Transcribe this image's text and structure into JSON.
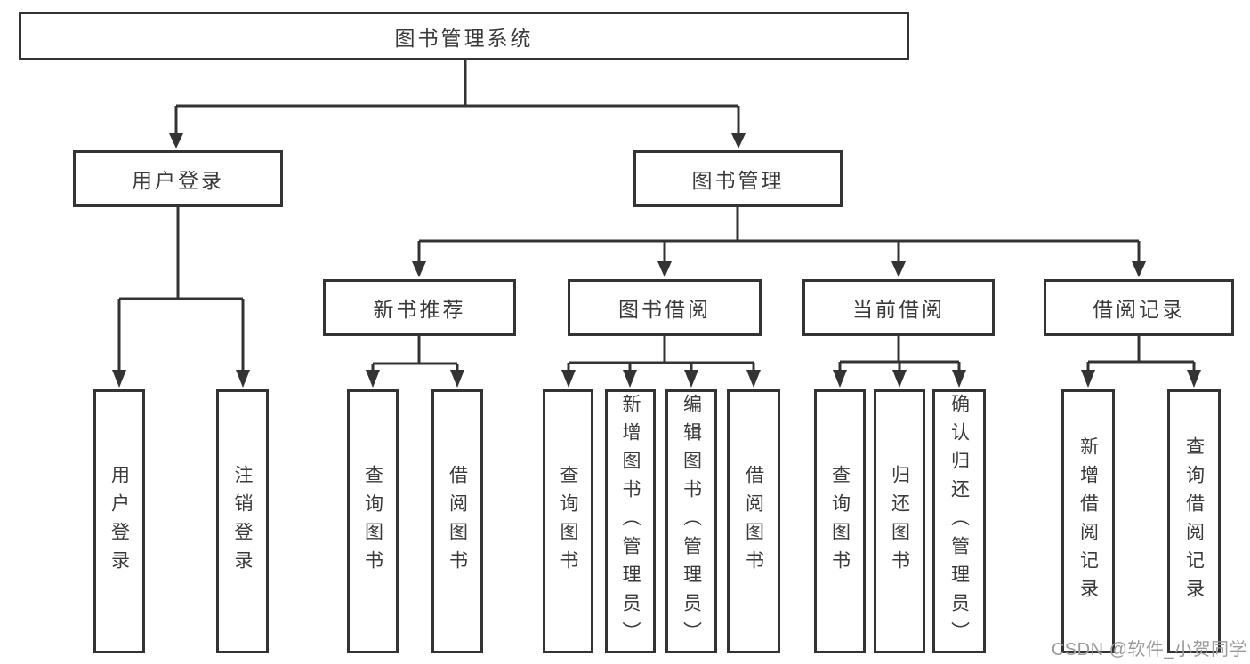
{
  "diagram": {
    "root": {
      "label": "图书管理系统"
    },
    "level2": [
      {
        "id": "user-login",
        "label": "用户登录"
      },
      {
        "id": "book-management",
        "label": "图书管理"
      }
    ],
    "level3": [
      {
        "id": "new-book-recommend",
        "label": "新书推荐"
      },
      {
        "id": "book-borrowing",
        "label": "图书借阅"
      },
      {
        "id": "current-borrowing",
        "label": "当前借阅"
      },
      {
        "id": "borrowing-records",
        "label": "借阅记录"
      }
    ],
    "leaves": [
      {
        "id": "user-login-leaf",
        "parent": "user-login",
        "label": "用户登录"
      },
      {
        "id": "logout",
        "parent": "user-login",
        "label": "注销登录"
      },
      {
        "id": "query-books-rec",
        "parent": "new-book-recommend",
        "label": "查询图书"
      },
      {
        "id": "borrow-books-rec",
        "parent": "new-book-recommend",
        "label": "借阅图书"
      },
      {
        "id": "query-books-borrow",
        "parent": "book-borrowing",
        "label": "查询图书"
      },
      {
        "id": "add-books-admin",
        "parent": "book-borrowing",
        "label": "新增图书（管理员）"
      },
      {
        "id": "edit-books-admin",
        "parent": "book-borrowing",
        "label": "编辑图书（管理员）"
      },
      {
        "id": "borrow-books",
        "parent": "book-borrowing",
        "label": "借阅图书"
      },
      {
        "id": "query-books-current",
        "parent": "current-borrowing",
        "label": "查询图书"
      },
      {
        "id": "return-books",
        "parent": "current-borrowing",
        "label": "归还图书"
      },
      {
        "id": "confirm-return-admin",
        "parent": "current-borrowing",
        "label": "确认归还（管理员）"
      },
      {
        "id": "add-borrow-record",
        "parent": "borrowing-records",
        "label": "新增借阅记录"
      },
      {
        "id": "query-borrow-record",
        "parent": "borrowing-records",
        "label": "查询借阅记录"
      }
    ],
    "watermark": "CSDN @软件_小贺同学",
    "colors": {
      "line": "#333333",
      "text": "#3a3a3a",
      "box_background": "#ffffff",
      "watermark": "#9a9a9e",
      "background": "#ffffff"
    }
  }
}
